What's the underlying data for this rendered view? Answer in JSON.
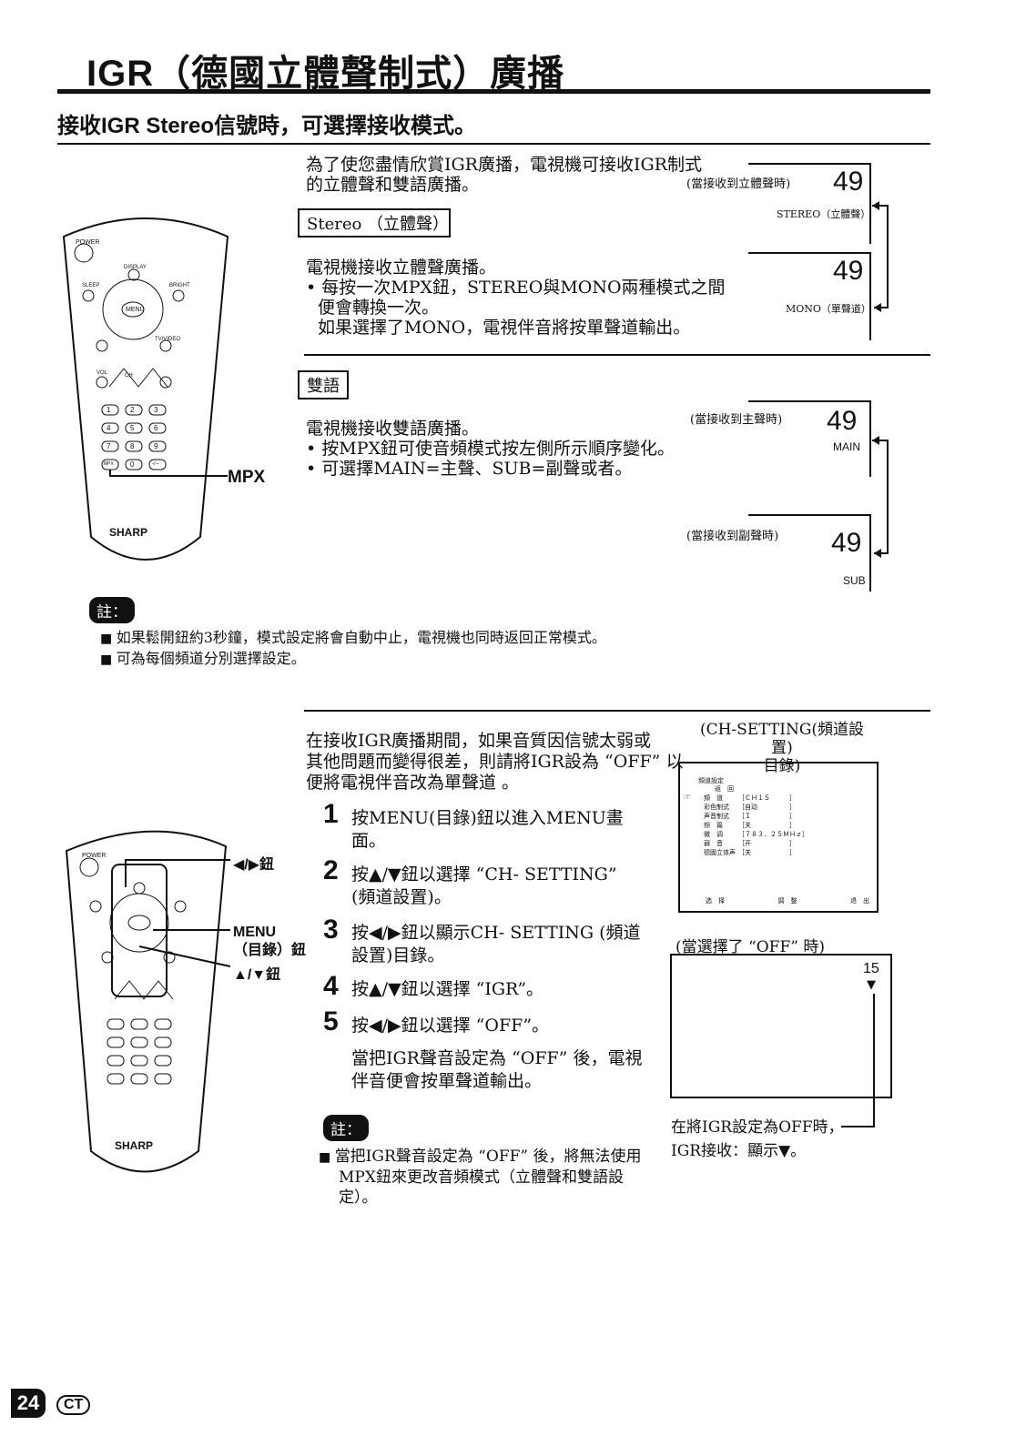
{
  "header": {
    "title": "IGR（德國立體聲制式）廣播",
    "subtitle": "接收IGR Stereo信號時，可選擇接收模式。"
  },
  "section1": {
    "intro": [
      "為了使您盡情欣賞IGR廣播，電視機可接收IGR制式",
      "的立體聲和雙語廣播。"
    ],
    "stereo_label": "Stereo （立體聲）",
    "stereo_lines": [
      "電視機接收立體聲廣播。"
    ],
    "stereo_bullet": [
      "每按一次MPX鈕，STEREO與MONO兩種模式之間",
      "便會轉換一次。"
    ],
    "stereo_extra": "如果選擇了MONO，電視伴音將按單聲道輸出。",
    "bilingual_label": "雙語",
    "bilingual_line": "電視機接收雙語廣播。",
    "bilingual_bullets": [
      "按MPX鈕可使音頻模式按左側所示順序變化。",
      "可選擇MAIN=主聲、SUB=副聲或者。"
    ],
    "mpx_label": "MPX"
  },
  "osd": {
    "stereo_caption": "(當接收到立體聲時)",
    "stereo_num": "49",
    "stereo_text": "STEREO（立體聲）",
    "mono_num": "49",
    "mono_text": "MONO（單聲道）",
    "main_caption": "(當接收到主聲時)",
    "main_num": "49",
    "main_text": "MAIN",
    "sub_caption": "(當接收到副聲時)",
    "sub_num": "49",
    "sub_text": "SUB"
  },
  "notes1": {
    "badge": "註：",
    "items": [
      "如果鬆開鈕約3秒鐘，模式設定將會自動中止，電視機也同時返回正常模式。",
      "可為每個頻道分別選擇設定。"
    ]
  },
  "section2": {
    "intro": [
      "在接收IGR廣播期間，如果音質因信號太弱或",
      "其他問題而變得很差，則請將IGR設為 “OFF” 以",
      "便將電視伴音改為單聲道 。"
    ],
    "steps": [
      {
        "num": "1",
        "lines": [
          "按MENU(目錄)鈕以進入MENU畫",
          "面。"
        ]
      },
      {
        "num": "2",
        "lines": [
          "按▲/▼鈕以選擇 “CH- SETTING”",
          "(頻道設置)。"
        ]
      },
      {
        "num": "3",
        "lines": [
          "按◀/▶鈕以顯示CH- SETTING (頻道",
          "設置)目錄。"
        ]
      },
      {
        "num": "4",
        "lines": [
          "按▲/▼鈕以選擇 “IGR”。"
        ]
      },
      {
        "num": "5",
        "lines": [
          "按◀/▶鈕以選擇 “OFF”。"
        ]
      }
    ],
    "after": [
      "當把IGR聲音設定為 “OFF” 後，電視",
      "伴音便會按單聲道輸出。"
    ],
    "note_badge": "註：",
    "note": [
      "當把IGR聲音設定為 “OFF” 後，將無法使用",
      "MPX鈕來更改音頻模式（立體聲和雙語設",
      "定）。"
    ],
    "lr_label": "◀/▶鈕",
    "menu_label": [
      "MENU",
      "（目錄）鈕"
    ],
    "ud_label": "▲/▼鈕"
  },
  "chsetting": {
    "caption": [
      "(CH-SETTING(頻道設置)",
      "目錄)"
    ],
    "menu_title": "頻道設定",
    "back": "返　回",
    "rows": [
      {
        "k": "頻　道",
        "v": "［ＣＨ１５　　　］"
      },
      {
        "k": "彩色制式",
        "v": "［自动　　　　　］"
      },
      {
        "k": "声音制式",
        "v": "［Ｉ　　　　　　］"
      },
      {
        "k": "频　篇",
        "v": "［关　　　　　　］"
      },
      {
        "k": "微　调",
        "v": "［７８３．２５ＭＨｚ］"
      },
      {
        "k": "弱　音",
        "v": "［开　　　　　　］"
      },
      {
        "k": "德國立体声",
        "v": "［关　　　　　　］"
      }
    ],
    "footer": [
      "选　择",
      "調　整",
      "退　出"
    ],
    "off_caption": "(當選擇了 “OFF” 時)",
    "channel": "15",
    "indicator": "▼",
    "off_note": [
      "在將IGR設定為OFF時，",
      "IGR接收：顯示▼。"
    ]
  },
  "remote": {
    "power": "POWER",
    "display": "DISPLAY",
    "sleep": "SLEEP",
    "bright": "BRIGHT",
    "menu": "MENU",
    "tvvideo": "TV/VIDEO",
    "vol": "VOL",
    "ch": "CH",
    "keys": [
      "1",
      "2",
      "3",
      "4",
      "5",
      "6",
      "7",
      "8",
      "9",
      "MPX",
      "0",
      "-/--"
    ],
    "brand": "SHARP"
  },
  "footer": {
    "page": "24",
    "lang": "CT"
  }
}
